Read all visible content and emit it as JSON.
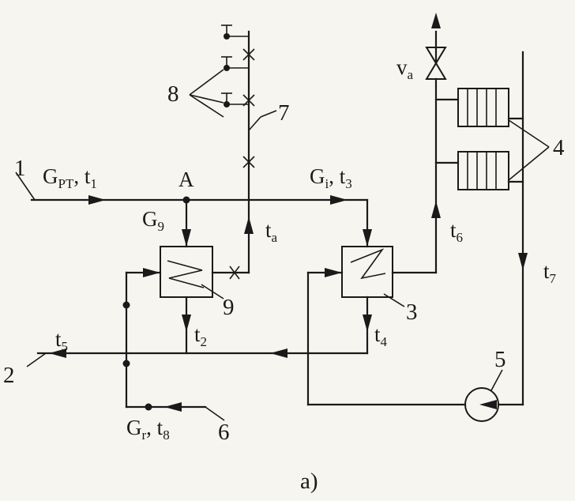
{
  "flows": {
    "supply": {
      "symbol": "G",
      "sub": "PT",
      "temp": "t",
      "temp_sub": "1"
    },
    "to_heater": {
      "symbol": "G",
      "sub": "9"
    },
    "to_heat_exchanger": {
      "symbol": "G",
      "sub": "i",
      "temp": "t",
      "temp_sub": "3"
    },
    "makeup": {
      "symbol": "G",
      "sub": "r",
      "temp": "t",
      "temp_sub": "8"
    }
  },
  "temperatures": {
    "ta": {
      "base": "t",
      "sub": "a"
    },
    "t2": {
      "base": "t",
      "sub": "2"
    },
    "t4": {
      "base": "t",
      "sub": "4"
    },
    "t5": {
      "base": "t",
      "sub": "5"
    },
    "t6": {
      "base": "t",
      "sub": "6"
    },
    "t7": {
      "base": "t",
      "sub": "7"
    }
  },
  "node": "A",
  "valve": {
    "base": "v",
    "sub": "a"
  },
  "numbers": [
    "1",
    "2",
    "3",
    "4",
    "5",
    "6",
    "7",
    "8",
    "9"
  ],
  "caption": "a)"
}
